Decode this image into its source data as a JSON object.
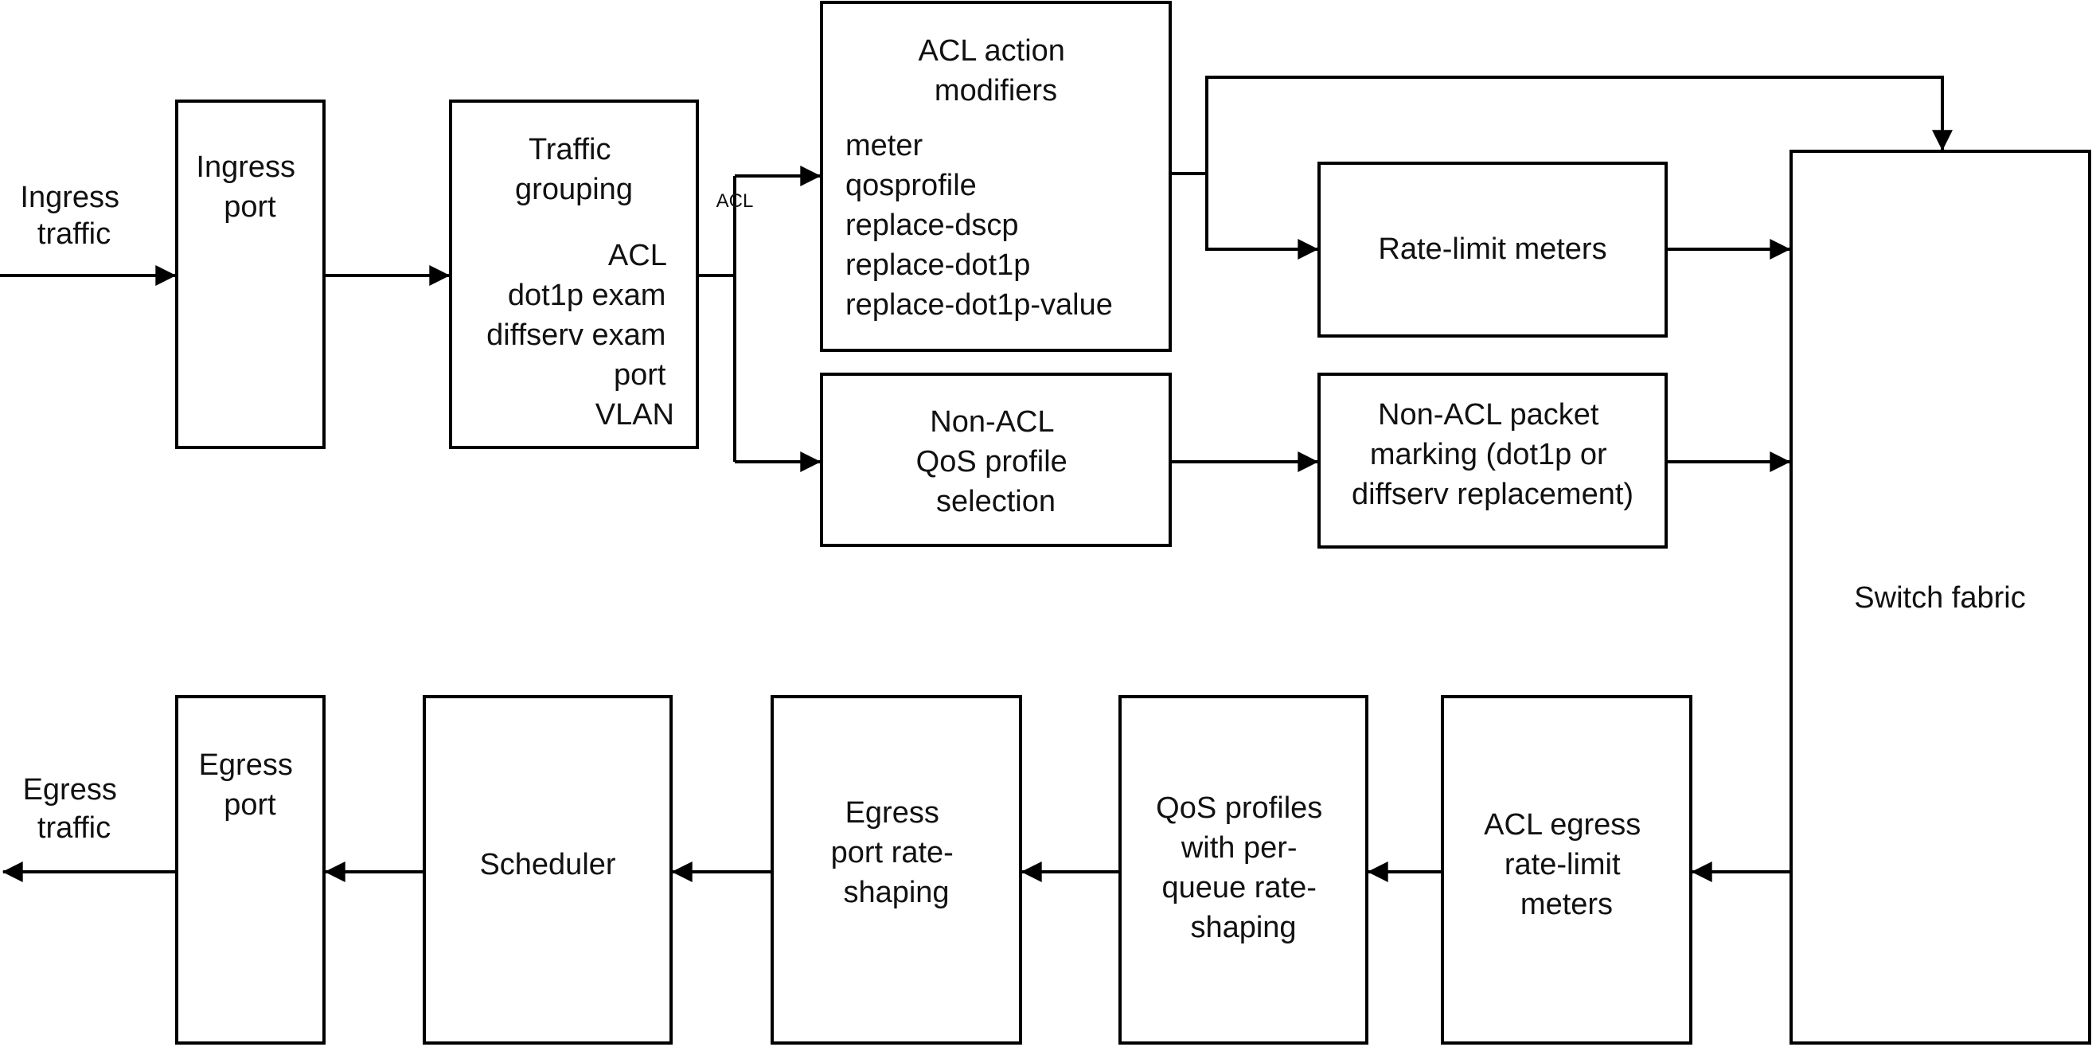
{
  "labels": {
    "ingress_traffic": [
      "Ingress",
      "traffic"
    ],
    "egress_traffic": [
      "Egress",
      "traffic"
    ],
    "acl_branch": "ACL"
  },
  "blocks": {
    "ingress_port": [
      "Ingress",
      "port"
    ],
    "traffic_grouping_title": [
      "Traffic",
      "grouping"
    ],
    "traffic_grouping_items": [
      "ACL",
      "dot1p exam",
      "diffserv exam",
      "port",
      "VLAN"
    ],
    "acl_action_title": [
      "ACL action",
      "modifiers"
    ],
    "acl_action_items": [
      "meter",
      "qosprofile",
      "replace-dscp",
      "replace-dot1p",
      "replace-dot1p-value"
    ],
    "rate_limit_meters": [
      "Rate-limit meters"
    ],
    "non_acl_qos": [
      "Non-ACL",
      "QoS profile",
      "selection"
    ],
    "non_acl_marking": [
      "Non-ACL packet",
      "marking (dot1p or",
      "diffserv replacement)"
    ],
    "switch_fabric": [
      "Switch fabric"
    ],
    "acl_egress_meters": [
      "ACL egress",
      "rate-limit",
      "meters"
    ],
    "qos_profiles_shaping": [
      "QoS profiles",
      "with per-",
      "queue rate-",
      "shaping"
    ],
    "egress_port_shaping": [
      "Egress",
      "port rate-",
      "shaping"
    ],
    "scheduler": [
      "Scheduler"
    ],
    "egress_port": [
      "Egress",
      "port"
    ]
  }
}
